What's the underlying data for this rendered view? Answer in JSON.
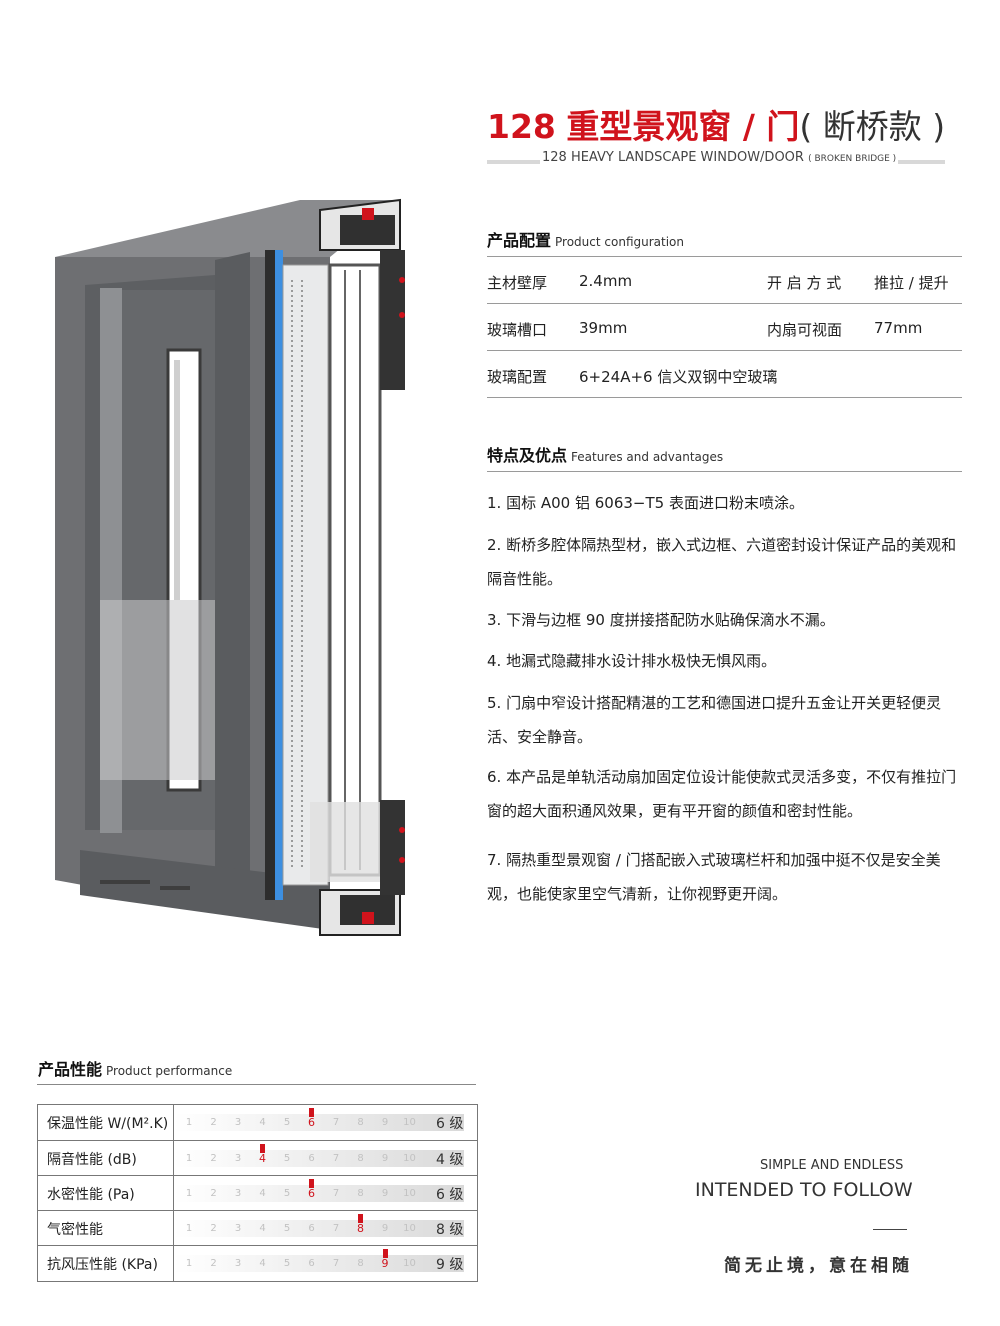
{
  "title": {
    "number": "128",
    "name_red": "重型景观窗 / 门",
    "name_suffix": "( 断桥款 )",
    "english": "128 HEAVY LANDSCAPE WINDOW/DOOR",
    "english_small": "( BROKEN BRIDGE )"
  },
  "config": {
    "heading_cn": "产品配置",
    "heading_en": "Product configuration",
    "rows": [
      {
        "label": "主材壁厚",
        "value": "2.4mm",
        "label2": "开 启 方 式",
        "value2": "推拉 / 提升"
      },
      {
        "label": "玻璃槽口",
        "value": "39mm",
        "label2": "内扇可视面",
        "value2": "77mm"
      },
      {
        "label": "玻璃配置",
        "value": "6+24A+6 信义双钢中空玻璃"
      }
    ]
  },
  "features": {
    "heading_cn": "特点及优点",
    "heading_en": "Features and advantages",
    "items": [
      "1. 国标 A00 铝 6063−T5 表面进口粉末喷涂。",
      "2. 断桥多腔体隔热型材，嵌入式边框、六道密封设计保证产品的美观和隔音性能。",
      "3. 下滑与边框 90 度拼接搭配防水贴确保滴水不漏。",
      "4. 地漏式隐藏排水设计排水极快无惧风雨。",
      "5. 门扇中窄设计搭配精湛的工艺和德国进口提升五金让开关更轻便灵活、安全静音。",
      "6. 本产品是单轨活动扇加固定位设计能使款式灵活多变，不仅有推拉门窗的超大面积通风效果，更有平开窗的颜值和密封性能。",
      "7. 隔热重型景观窗 / 门搭配嵌入式玻璃栏杆和加强中挺不仅是安全美观，也能使家里空气清新，让你视野更开阔。"
    ]
  },
  "performance": {
    "heading_cn": "产品性能",
    "heading_en": "Product performance",
    "scale": [
      "1",
      "2",
      "3",
      "4",
      "5",
      "6",
      "7",
      "8",
      "9",
      "10"
    ],
    "rows": [
      {
        "label": "保温性能 W/(M².K)",
        "level": 6,
        "grade": "6 级"
      },
      {
        "label": "隔音性能 (dB)",
        "level": 4,
        "grade": "4 级"
      },
      {
        "label": "水密性能 (Pa)",
        "level": 6,
        "grade": "6 级"
      },
      {
        "label": "气密性能",
        "level": 8,
        "grade": "8 级"
      },
      {
        "label": "抗风压性能 (KPa)",
        "level": 9,
        "grade": "9 级"
      }
    ]
  },
  "slogan": {
    "line1": "SIMPLE AND ENDLESS",
    "line2": "INTENDED TO FOLLOW",
    "line3": "简无止境，意在相随"
  },
  "colors": {
    "accent": "#d0131c",
    "frame": "#6e6f72",
    "frame_dark": "#55575a",
    "profile": "#2a2a2a",
    "insulation": "#3d8fe0"
  },
  "illustration": {
    "subject": "window-profile-cross-section"
  }
}
